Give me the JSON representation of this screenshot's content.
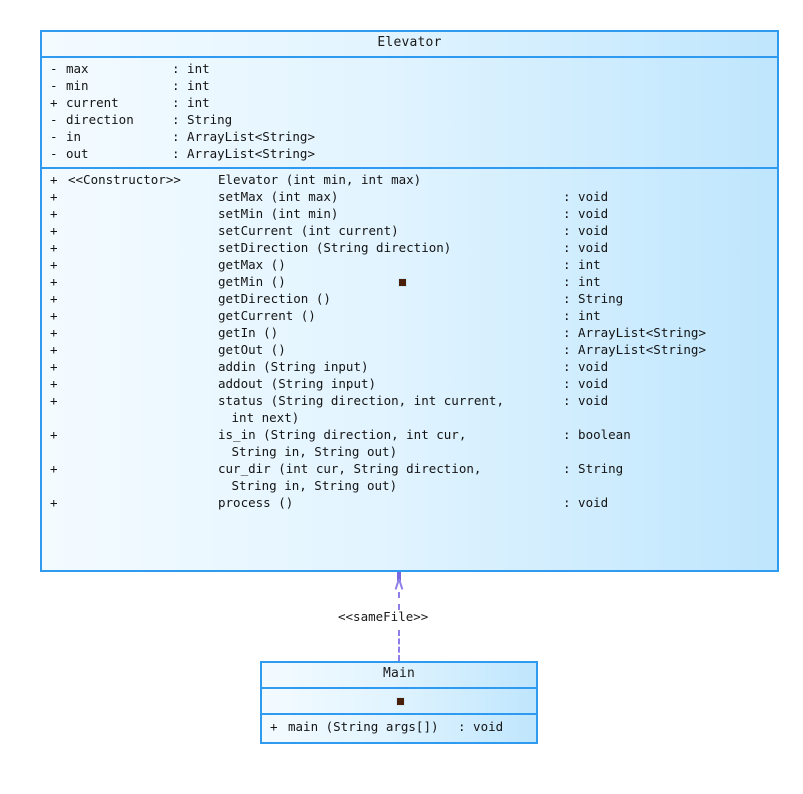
{
  "diagram": {
    "type": "uml-class-diagram",
    "classes": [
      {
        "id": "elevator",
        "name": "Elevator",
        "attributes": [
          {
            "visibility": "-",
            "name": "max",
            "type": ": int"
          },
          {
            "visibility": "-",
            "name": "min",
            "type": ": int"
          },
          {
            "visibility": "+",
            "name": "current",
            "type": ": int"
          },
          {
            "visibility": "-",
            "name": "direction",
            "type": ": String"
          },
          {
            "visibility": "-",
            "name": "in",
            "type": ": ArrayList<String>"
          },
          {
            "visibility": "-",
            "name": "out",
            "type": ": ArrayList<String>"
          }
        ],
        "methods": [
          {
            "visibility": "+",
            "stereotype": "<<Constructor>>",
            "signature": "Elevator (int min, int max)",
            "type": ""
          },
          {
            "visibility": "+",
            "stereotype": "",
            "signature": "setMax (int max)",
            "type": ": void"
          },
          {
            "visibility": "+",
            "stereotype": "",
            "signature": "setMin (int min)",
            "type": ": void"
          },
          {
            "visibility": "+",
            "stereotype": "",
            "signature": "setCurrent (int current)",
            "type": ": void"
          },
          {
            "visibility": "+",
            "stereotype": "",
            "signature": "setDirection (String direction)",
            "type": ": void"
          },
          {
            "visibility": "+",
            "stereotype": "",
            "signature": "getMax ()",
            "type": ": int"
          },
          {
            "visibility": "+",
            "stereotype": "",
            "signature": "getMin ()",
            "type": ": int"
          },
          {
            "visibility": "+",
            "stereotype": "",
            "signature": "getDirection ()",
            "type": ": String"
          },
          {
            "visibility": "+",
            "stereotype": "",
            "signature": "getCurrent ()",
            "type": ": int"
          },
          {
            "visibility": "+",
            "stereotype": "",
            "signature": "getIn ()",
            "type": ": ArrayList<String>"
          },
          {
            "visibility": "+",
            "stereotype": "",
            "signature": "getOut ()",
            "type": ": ArrayList<String>"
          },
          {
            "visibility": "+",
            "stereotype": "",
            "signature": "addin (String input)",
            "type": ": void"
          },
          {
            "visibility": "+",
            "stereotype": "",
            "signature": "addout (String input)",
            "type": ": void"
          },
          {
            "visibility": "+",
            "stereotype": "",
            "signature": "status (String direction, int current,",
            "type": ": void"
          },
          {
            "visibility": "",
            "stereotype": "",
            "signature": " int next)",
            "type": "",
            "continuation": true
          },
          {
            "visibility": "+",
            "stereotype": "",
            "signature": "is_in (String direction, int cur,",
            "type": ": boolean"
          },
          {
            "visibility": "",
            "stereotype": "",
            "signature": " String in, String out)",
            "type": "",
            "continuation": true
          },
          {
            "visibility": "+",
            "stereotype": "",
            "signature": "cur_dir (int cur, String direction,",
            "type": ": String"
          },
          {
            "visibility": "",
            "stereotype": "",
            "signature": " String in, String out)",
            "type": "",
            "continuation": true
          },
          {
            "visibility": "+",
            "stereotype": "",
            "signature": "process ()",
            "type": ": void"
          }
        ]
      },
      {
        "id": "main",
        "name": "Main",
        "attributes": [],
        "methods": [
          {
            "visibility": "+",
            "stereotype": "",
            "signature": "main (String args[])",
            "type": ": void"
          }
        ]
      }
    ],
    "connector": {
      "label": "<<sameFile>>",
      "style": "dashed",
      "arrow": "open-triangle",
      "color": "#8e7fe8",
      "from": "Main",
      "to": "Elevator"
    },
    "colors": {
      "border": "#2e9bf0",
      "fill_light": "#f4fbff",
      "fill_dark": "#bfe6fd",
      "connector": "#8e7fe8",
      "marker": "#4a1f09"
    }
  }
}
